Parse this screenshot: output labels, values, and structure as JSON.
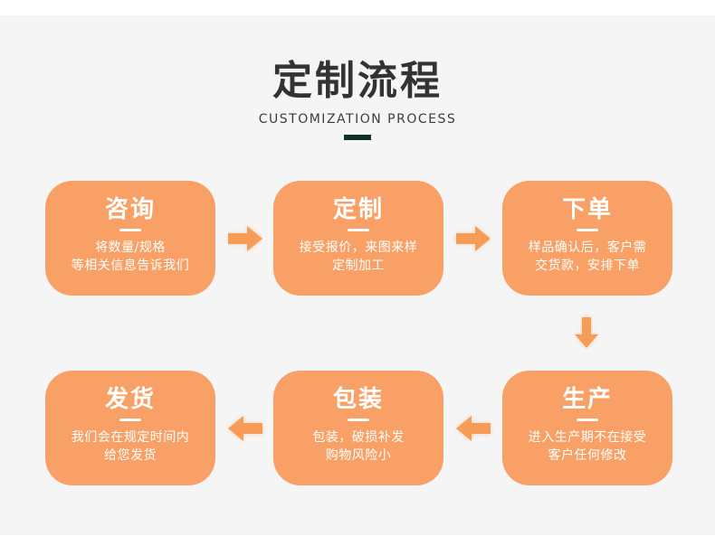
{
  "page": {
    "title": "定制流程",
    "subtitle": "CUSTOMIZATION PROCESS"
  },
  "colors": {
    "page_background": "#ffffff",
    "panel_background": "#f5f5f5",
    "box_orange": "#f8a066",
    "arrow_orange": "#f79c56",
    "title_text": "#333333",
    "subtitle_text": "#3d3d3d",
    "title_underline": "#12302a",
    "box_text": "#ffffff"
  },
  "steps": [
    {
      "title": "咨询",
      "lines": [
        "将数量/规格",
        "等相关信息告诉我们"
      ]
    },
    {
      "title": "定制",
      "lines": [
        "接受报价，来图来样",
        "定制加工"
      ]
    },
    {
      "title": "下单",
      "lines": [
        "样品确认后，客户需",
        "交货款，安排下单"
      ]
    },
    {
      "title": "生产",
      "lines": [
        "进入生产期不在接受",
        "客户任何修改"
      ]
    },
    {
      "title": "包装",
      "lines": [
        "包装，破损补发",
        "购物风险小"
      ]
    },
    {
      "title": "发货",
      "lines": [
        "我们会在规定时间内",
        "给您发货"
      ]
    }
  ]
}
